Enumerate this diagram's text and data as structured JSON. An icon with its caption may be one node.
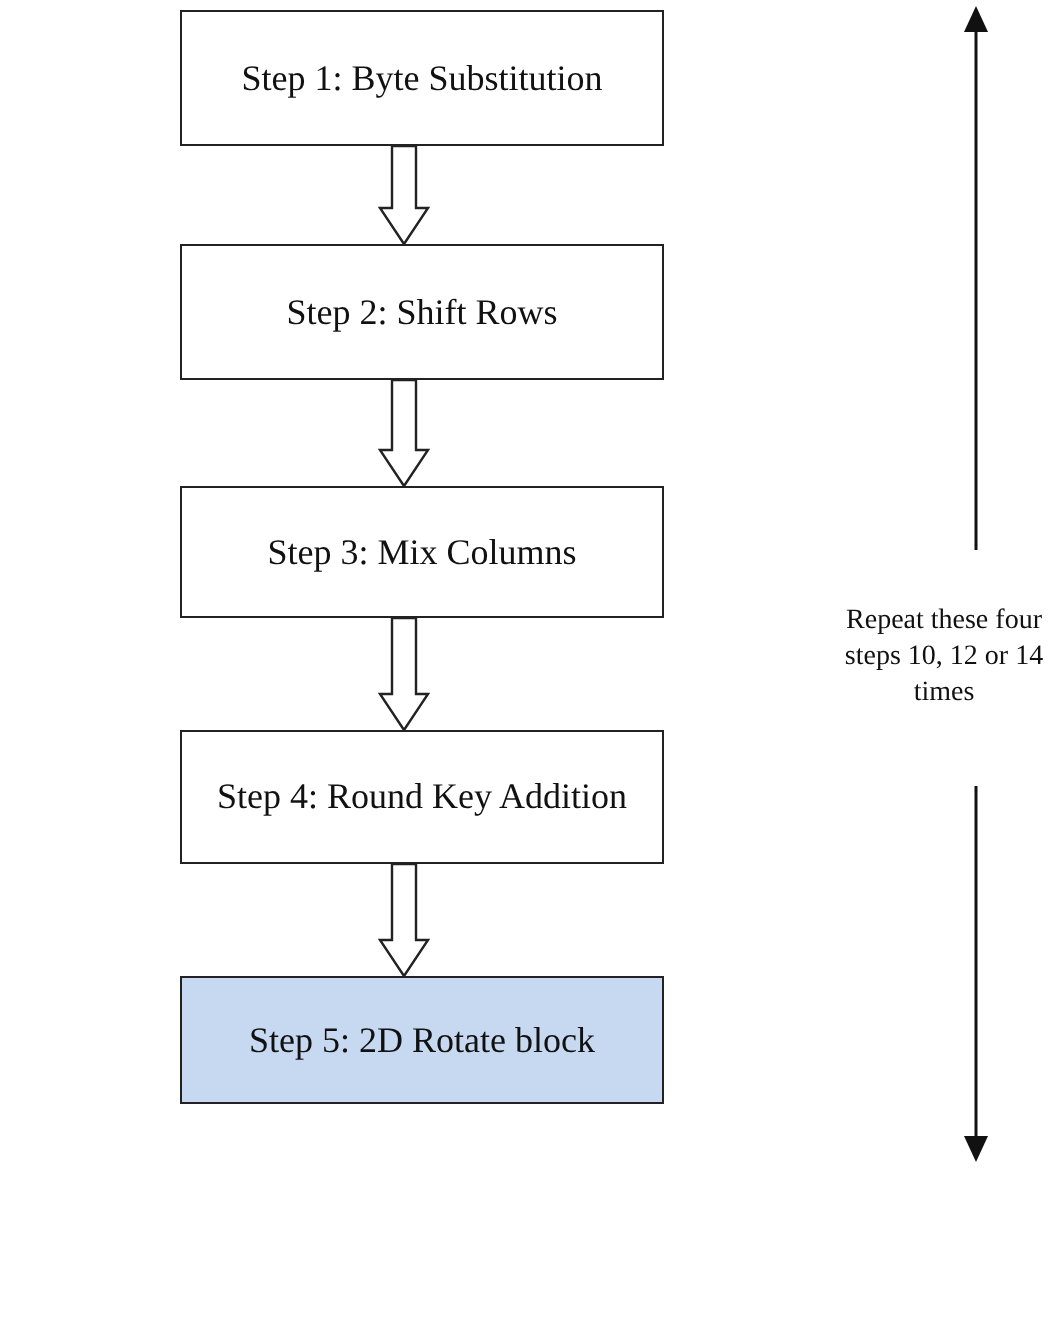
{
  "diagram": {
    "nodes": [
      {
        "text": [
          "Step 1: Byte Substitution"
        ]
      },
      {
        "text": [
          "Step 2: Shift Rows"
        ]
      },
      {
        "text": [
          "Step 3: Mix Columns"
        ]
      },
      {
        "text": [
          "Step 4: Round Key Addition"
        ]
      },
      {
        "text": [
          "Step 5: 2D Rotate block"
        ]
      }
    ],
    "edges": [
      {
        "from": 0,
        "to": 1,
        "arrow": "to"
      },
      {
        "from": 1,
        "to": 2,
        "arrow": "to"
      },
      {
        "from": 2,
        "to": 3,
        "arrow": "to"
      },
      {
        "from": 3,
        "to": 4,
        "arrow": "to"
      }
    ],
    "labels": [
      "Repeat these four steps 10, 12 or 14 times"
    ]
  }
}
